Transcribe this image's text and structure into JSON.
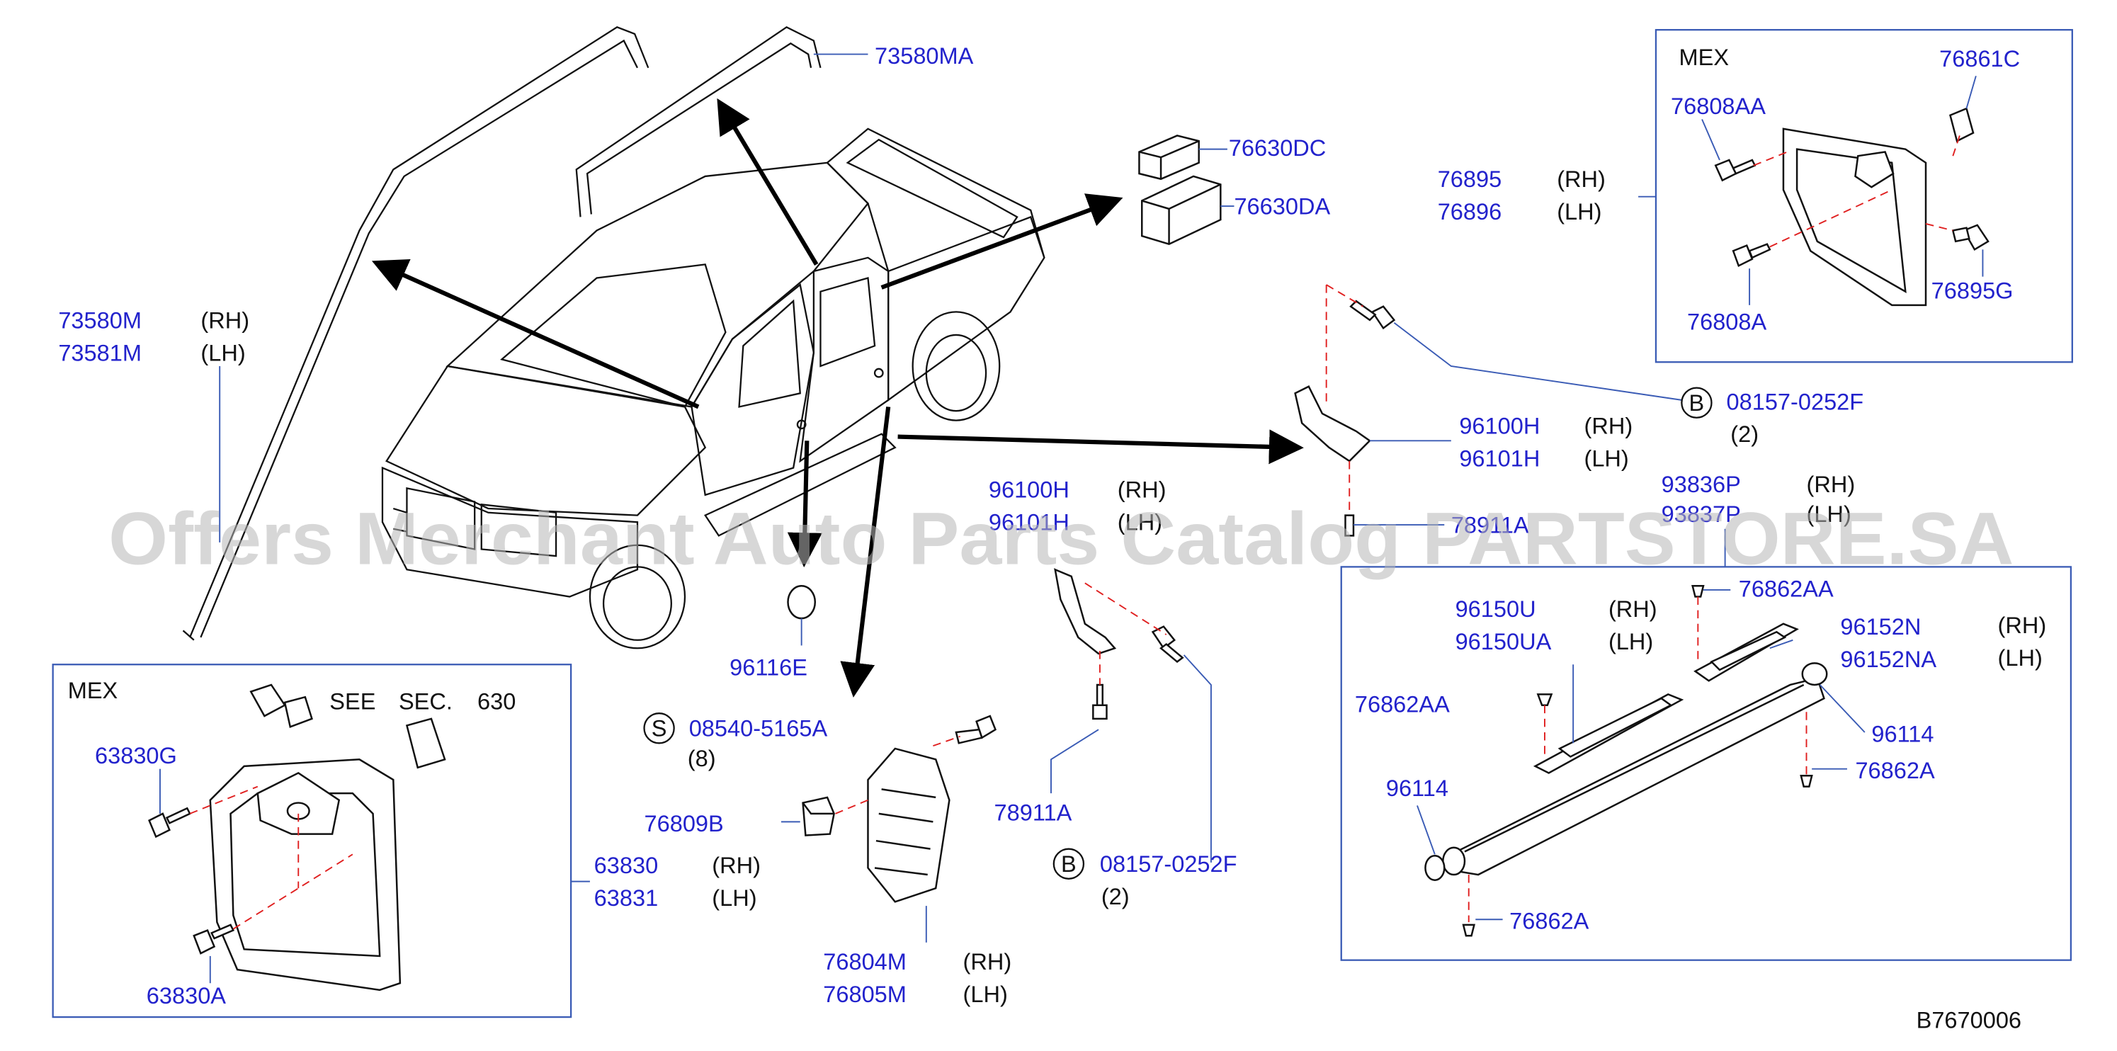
{
  "watermark": "Offers Merchant Auto Parts Catalog PARTSTORE.SA",
  "diagram_id": "B7670006",
  "callouts": {
    "c73580MA": "73580MA",
    "c76630DC": "76630DC",
    "c76630DA": "76630DA",
    "c73580M": "73580M",
    "c73581M": "73581M",
    "c96116E": "96116E",
    "c08540": "08540-5165A",
    "c08540_qty": "(8)",
    "c76809B": "76809B",
    "c76804M": "76804M",
    "c76805M": "76805M",
    "c96100H_mid": "96100H",
    "c96101H_mid": "96101H",
    "c78911A_mid": "78911A",
    "c08157_mid": "08157-0252F",
    "c08157_mid_qty": "(2)",
    "c96100H_right": "96100H",
    "c96101H_right": "96101H",
    "c08157_right": "08157-0252F",
    "c08157_right_qty": "(2)",
    "c78911A_right": "78911A",
    "c93836P": "93836P",
    "c93837P": "93837P",
    "c76895": "76895",
    "c76896": "76896"
  },
  "sides": {
    "rh": "(RH)",
    "lh": "(LH)"
  },
  "circle_s": "S",
  "circle_b": "B",
  "box_mex_top": {
    "title": "MEX",
    "c76861C": "76861C",
    "c76808AA": "76808AA",
    "c76895G": "76895G",
    "c76808A": "76808A"
  },
  "box_mex_left": {
    "title": "MEX",
    "see": "SEE",
    "sec": "SEC.",
    "sec_num": "630",
    "c63830G": "63830G",
    "c63830": "63830",
    "c63831": "63831",
    "c63830A": "63830A"
  },
  "box_step": {
    "c96150U": "96150U",
    "c96150UA": "96150UA",
    "c96152N": "96152N",
    "c96152NA": "96152NA",
    "c76862AA_top": "76862AA",
    "c76862AA_left": "76862AA",
    "c96114_left": "96114",
    "c96114_right": "96114",
    "c76862A_right": "76862A",
    "c76862A_bottom": "76862A"
  }
}
